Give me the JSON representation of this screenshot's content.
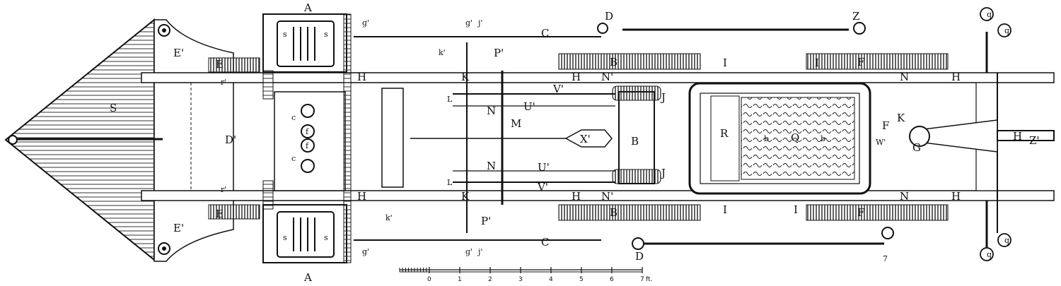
{
  "drawing": {
    "subject": "locomotive chassis plan view",
    "labels": {
      "A": "A",
      "S": "S",
      "D_prime": "D'",
      "E_prime": "E'",
      "E": "E",
      "H": "H",
      "C": "C",
      "D": "D",
      "Z": "Z",
      "Z_prime": "Z'",
      "B": "B",
      "F": "F",
      "I": "I",
      "N": "N",
      "N_prime": "N'",
      "K": "K",
      "G": "G",
      "J": "J",
      "M": "M",
      "X_prime": "X'",
      "R": "R",
      "Q": "Q",
      "U_prime": "U'",
      "V_prime": "V'",
      "P_prime": "P'",
      "W_prime": "W'",
      "r_prime": "r'",
      "g_prime": "g'",
      "j_prime": "j'",
      "k_prime": "k'",
      "q_prime": "q'",
      "c": "c",
      "f": "f",
      "b": "b",
      "s": "s",
      "L": "L",
      "seven": "7",
      "j": "j"
    },
    "scale": {
      "ticks": [
        "0",
        "1",
        "2",
        "3",
        "4",
        "5",
        "6",
        "7"
      ],
      "unit": "ft."
    }
  }
}
